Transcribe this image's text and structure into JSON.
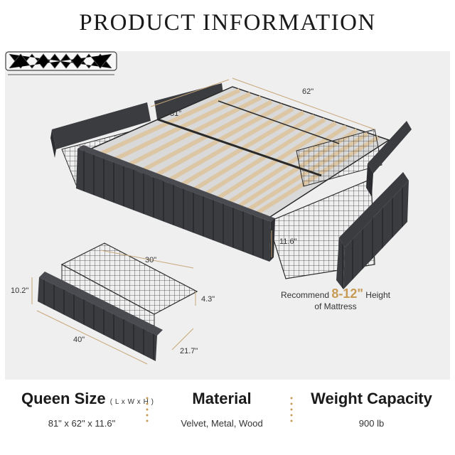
{
  "title": "PRODUCT INFORMATION",
  "dimensions": {
    "width": "62\"",
    "length": "81\"",
    "height": "11.6\"",
    "drawer_depth": "30\"",
    "drawer_front_height": "10.2\"",
    "drawer_basket_height": "4.3\"",
    "drawer_length": "40\"",
    "drawer_width": "21.7\""
  },
  "mattress": {
    "prefix": "Recommend",
    "range": "8-12\"",
    "suffix": "Height",
    "line2": "of Mattress"
  },
  "specs": {
    "size": {
      "title": "Queen Size",
      "sub": "( L x W x H )",
      "value": "81\" x 62\" x 11.6\""
    },
    "material": {
      "title": "Material",
      "value": "Velvet, Metal, Wood"
    },
    "weight": {
      "title": "Weight Capacity",
      "value": "900 lb"
    }
  },
  "colors": {
    "velvet": "#3b3c40",
    "slat": "#dcc6a4",
    "metal": "#2a2a2a",
    "accent": "#c79a55",
    "dimension_line": "#c9a77a"
  }
}
